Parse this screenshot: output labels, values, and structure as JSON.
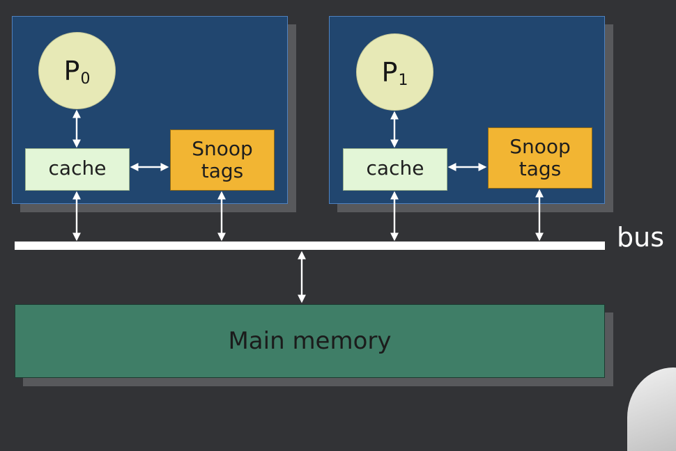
{
  "processors": [
    {
      "label": "P",
      "subscript": "0",
      "cache_label": "cache",
      "snoop_label_line1": "Snoop",
      "snoop_label_line2": "tags"
    },
    {
      "label": "P",
      "subscript": "1",
      "cache_label": "cache",
      "snoop_label_line1": "Snoop",
      "snoop_label_line2": "tags"
    }
  ],
  "bus_label": "bus",
  "memory_label": "Main memory",
  "colors": {
    "background": "#323336",
    "panel": "#21466f",
    "processor": "#e7e9b6",
    "cache": "#e3f6d7",
    "snoop": "#f2b533",
    "memory": "#3f7e67",
    "bus": "#ffffff"
  }
}
